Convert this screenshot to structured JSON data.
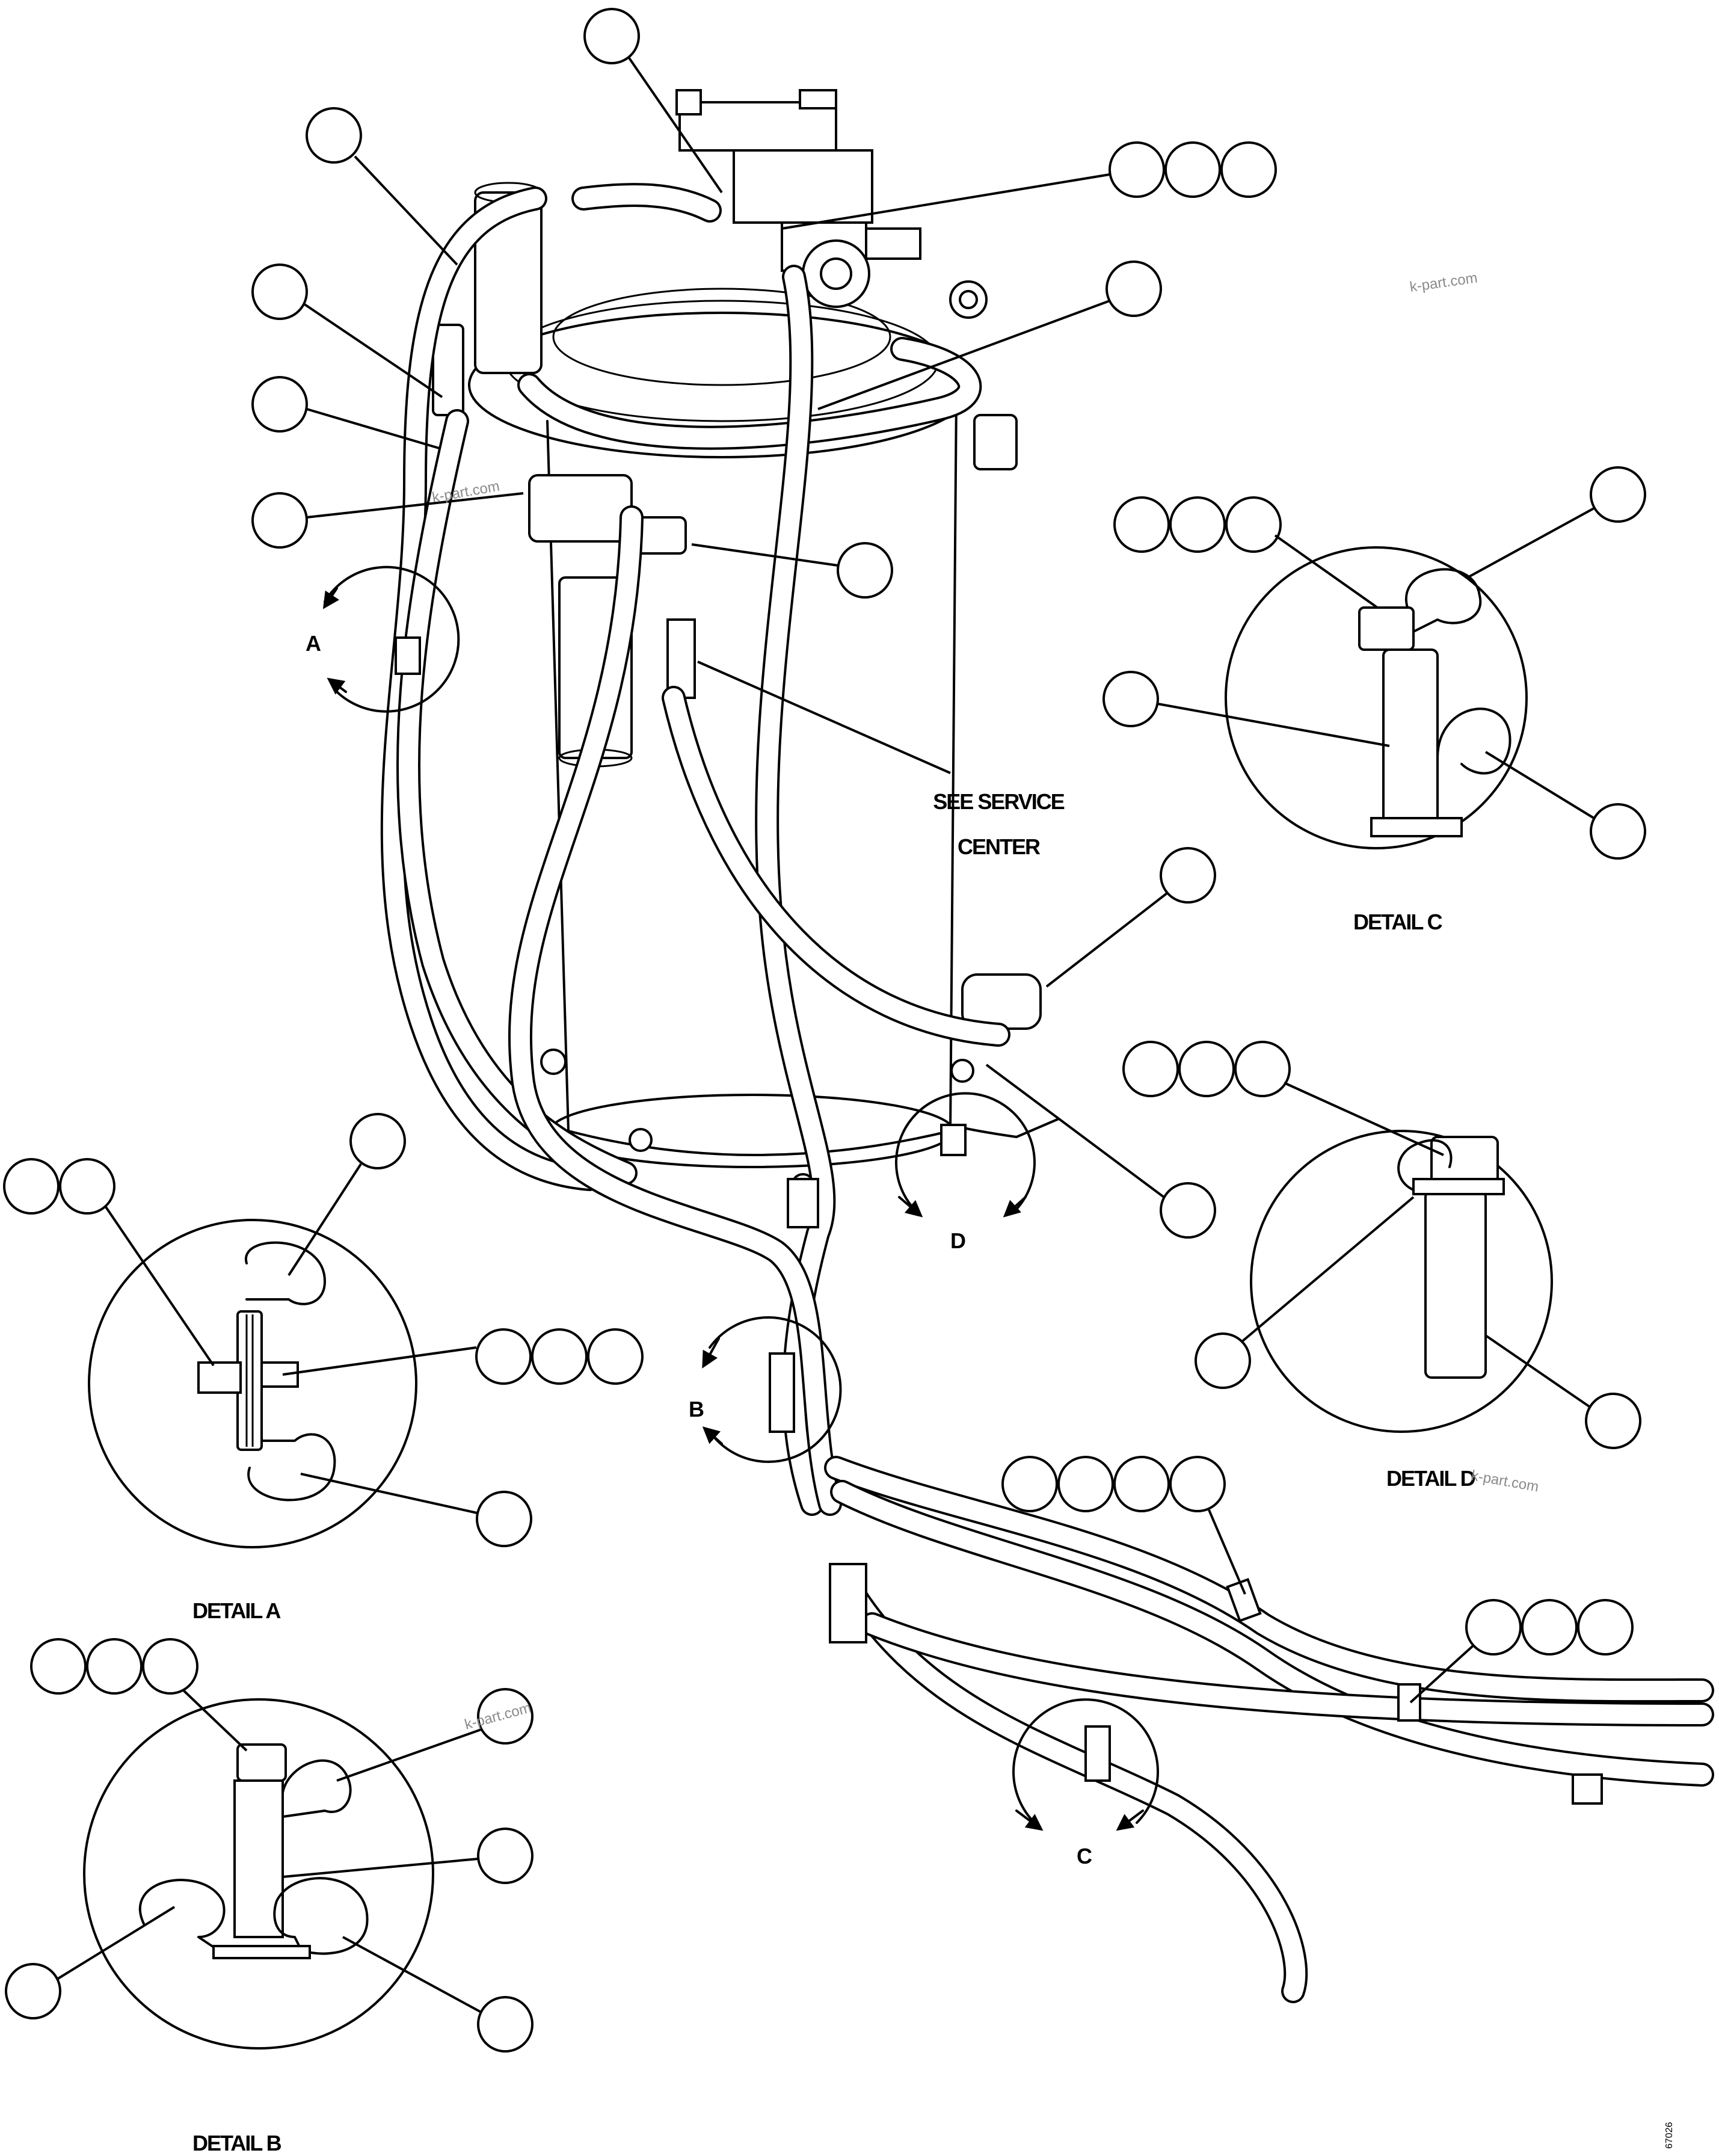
{
  "service_note": {
    "line1": "SEE SERVICE",
    "line2": "CENTER"
  },
  "details": {
    "a": {
      "callout": "A",
      "caption": "DETAIL A"
    },
    "b": {
      "callout": "B",
      "caption": "DETAIL B"
    },
    "c": {
      "callout": "C",
      "caption": "DETAIL C"
    },
    "d": {
      "callout": "D",
      "caption": "DETAIL D"
    }
  },
  "watermark": "k-part.com",
  "figure_number": "67026",
  "icons": {
    "balloon": "reference-balloon-icon",
    "view_arrow": "view-direction-arrow-icon",
    "clamp": "hose-clamp-icon"
  },
  "colors": {
    "line": "#000000",
    "background": "#ffffff",
    "watermark": "#8a8a8a"
  }
}
